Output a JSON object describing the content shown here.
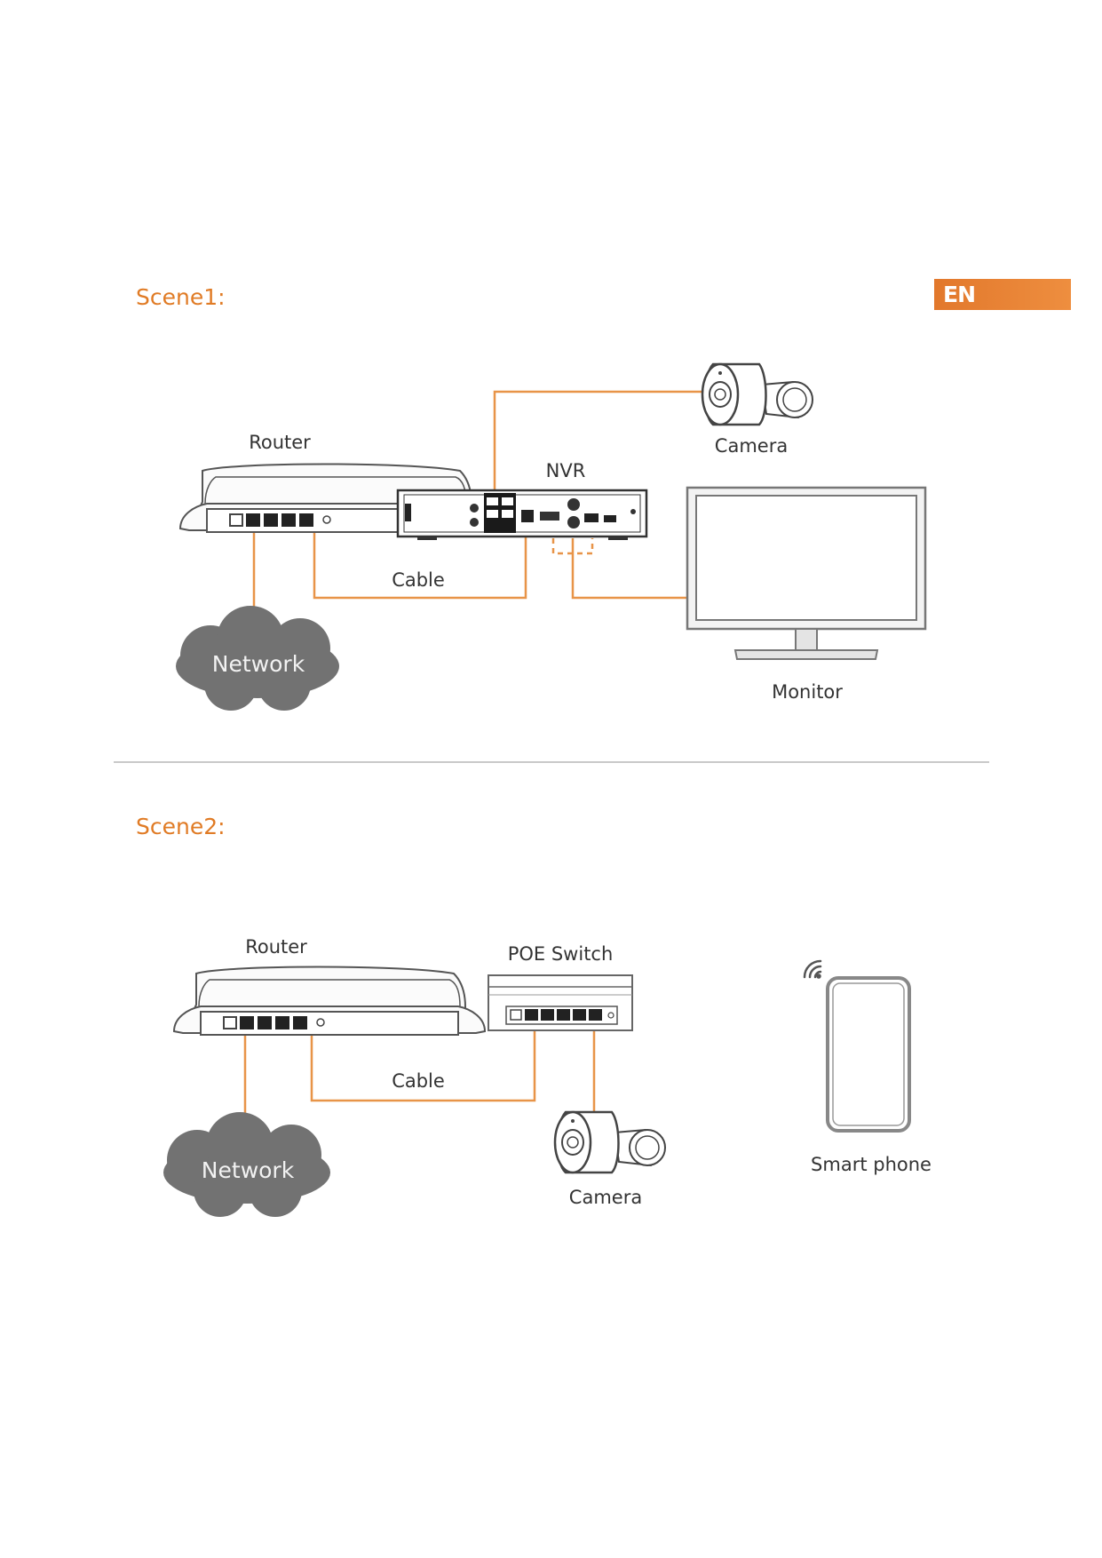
{
  "language_tab": "EN",
  "scene1": {
    "title": "Scene1:",
    "labels": {
      "router": "Router",
      "camera": "Camera",
      "nvr": "NVR",
      "cable": "Cable",
      "monitor": "Monitor",
      "network": "Network"
    }
  },
  "scene2": {
    "title": "Scene2:",
    "labels": {
      "router": "Router",
      "poe_switch": "POE Switch",
      "cable": "Cable",
      "camera": "Camera",
      "smart_phone": "Smart phone",
      "network": "Network"
    }
  },
  "colors": {
    "accent": "#e07b25",
    "connector": "#e89448",
    "device_gray": "#555555",
    "cloud": "#707070"
  }
}
